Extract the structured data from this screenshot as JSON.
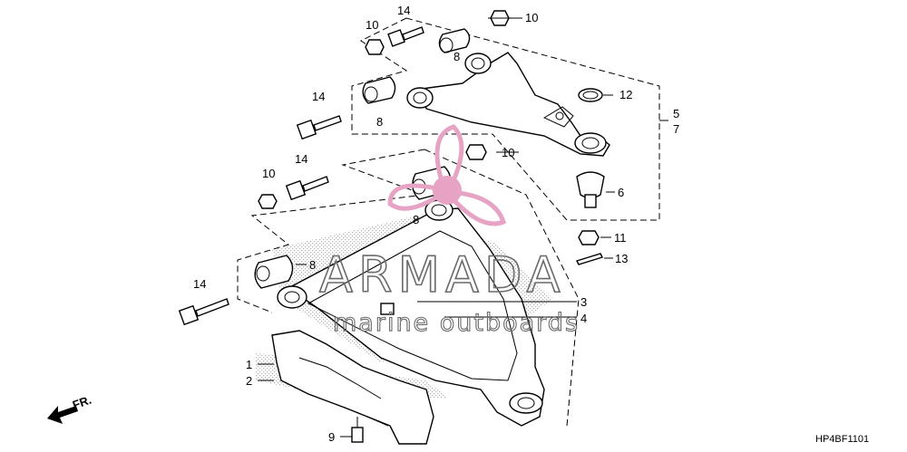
{
  "diagram": {
    "callouts": {
      "c1": "1",
      "c2": "2",
      "c3": "3",
      "c4": "4",
      "c5": "5",
      "c6": "6",
      "c7": "7",
      "c8a": "8",
      "c8b": "8",
      "c8c": "8",
      "c8d": "8",
      "c9": "9",
      "c10a": "10",
      "c10b": "10",
      "c10c": "10",
      "c11": "11",
      "c12": "12",
      "c13": "13",
      "c14a": "14",
      "c14b": "14",
      "c14c": "14",
      "c14d": "14"
    },
    "front_indicator": "FR.",
    "part_code": "HP4BF1101"
  },
  "watermark": {
    "title": "ARMADA",
    "subtitle": "marine outboards",
    "logo_color": "#e7a3c4"
  },
  "colors": {
    "line": "#000000",
    "background": "#ffffff",
    "stipple": "#9a9a9a"
  }
}
